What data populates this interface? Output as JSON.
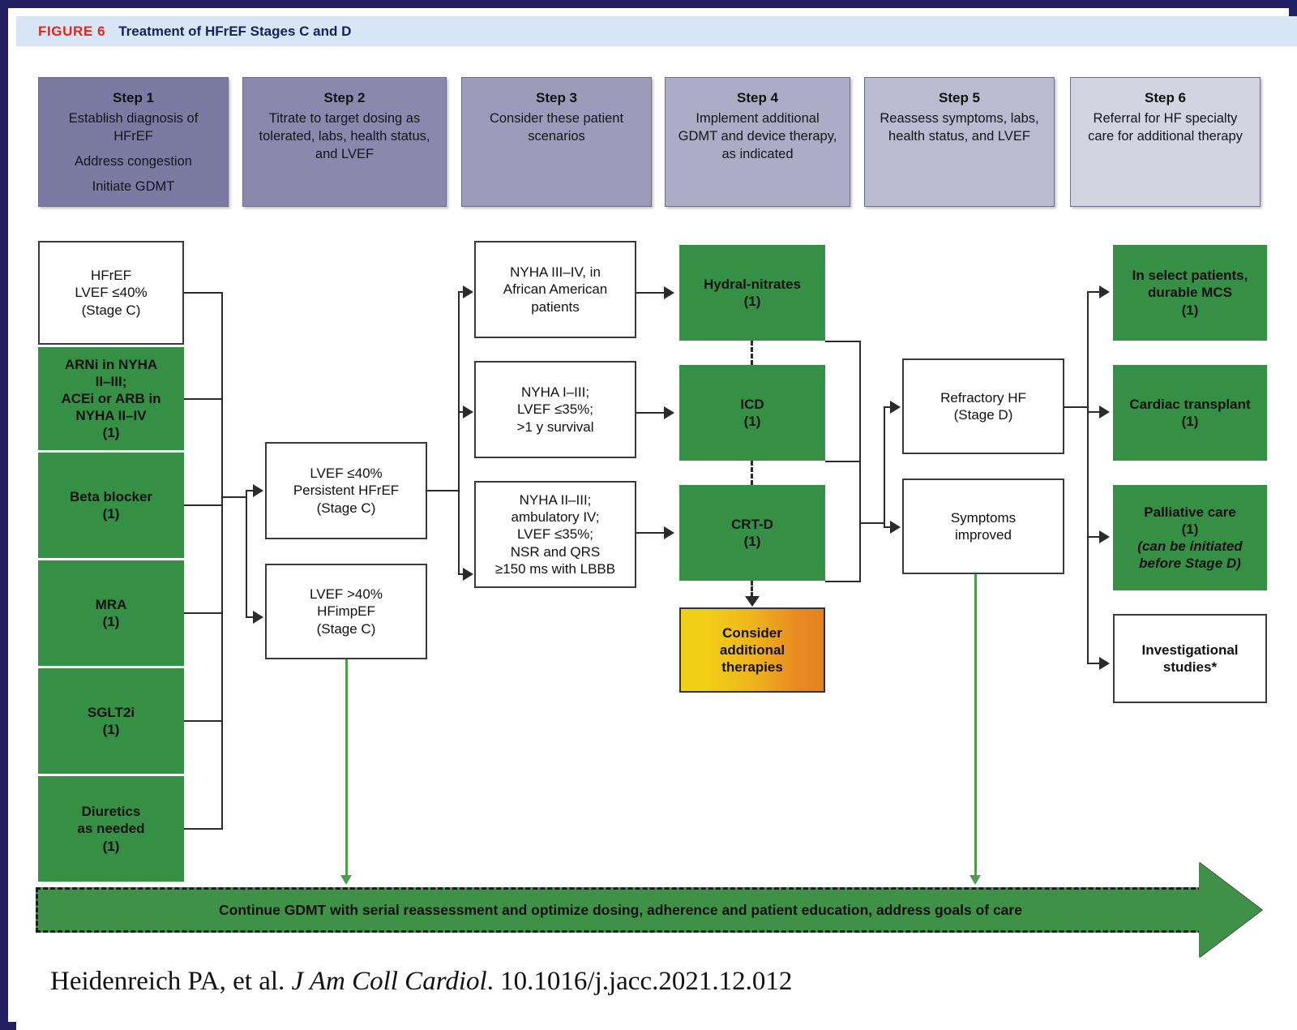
{
  "figure": {
    "label": "FIGURE 6",
    "title": "Treatment of HFrEF Stages C and D",
    "label_color": "#e1261c",
    "title_color": "#16205c",
    "header_bg": "#d7e5f5",
    "border_color": "#231f63"
  },
  "steps": [
    {
      "title": "Step 1",
      "lines": [
        "Establish diagnosis of HFrEF",
        "Address congestion",
        "Initiate GDMT"
      ],
      "bg": "#7b7aa3"
    },
    {
      "title": "Step 2",
      "lines": [
        "Titrate to target dosing as tolerated, labs, health status, and LVEF"
      ],
      "bg": "#8a89ad"
    },
    {
      "title": "Step 3",
      "lines": [
        "Consider these patient scenarios"
      ],
      "bg": "#9c9bba"
    },
    {
      "title": "Step 4",
      "lines": [
        "Implement additional GDMT and device therapy, as indicated"
      ],
      "bg": "#adacc6"
    },
    {
      "title": "Step 5",
      "lines": [
        "Reassess symptoms, labs, health status, and LVEF"
      ],
      "bg": "#babad0"
    },
    {
      "title": "Step 6",
      "lines": [
        "Referral for HF specialty care for additional therapy"
      ],
      "bg": "#d3d3e2"
    }
  ],
  "colors": {
    "green": "#359045",
    "green_banner": "#3f9147",
    "green_line": "#4e9d4e",
    "connector": "#2b2b2b",
    "gradient_start": "#f0d01b",
    "gradient_end": "#e4821f"
  },
  "nodes": {
    "col1": [
      {
        "text": "HFrEF\nLVEF ≤40%\n(Stage C)",
        "style": "white"
      },
      {
        "text": "ARNi in NYHA\nII–III;\nACEi or ARB in\nNYHA II–IV\n(1)",
        "style": "green"
      },
      {
        "text": "Beta blocker\n(1)",
        "style": "green"
      },
      {
        "text": "MRA\n(1)",
        "style": "green"
      },
      {
        "text": "SGLT2i\n(1)",
        "style": "green"
      },
      {
        "text": "Diuretics\nas needed\n(1)",
        "style": "green"
      }
    ],
    "col2": [
      {
        "text": "LVEF ≤40%\nPersistent HFrEF\n(Stage C)",
        "style": "white"
      },
      {
        "text": "LVEF >40%\nHFimpEF\n(Stage C)",
        "style": "white"
      }
    ],
    "col3": [
      {
        "text": "NYHA III–IV, in\nAfrican American\npatients",
        "style": "white"
      },
      {
        "text": "NYHA I–III;\nLVEF ≤35%;\n>1 y survival",
        "style": "white"
      },
      {
        "text": "NYHA II–III;\nambulatory IV;\nLVEF ≤35%;\nNSR and QRS\n≥150 ms with LBBB",
        "style": "white"
      }
    ],
    "col4": [
      {
        "text": "Hydral-nitrates\n(1)",
        "style": "green"
      },
      {
        "text": "ICD\n(1)",
        "style": "green"
      },
      {
        "text": "CRT-D\n(1)",
        "style": "green"
      },
      {
        "text": "Consider\nadditional\ntherapies",
        "style": "grad"
      }
    ],
    "col5": [
      {
        "text": "Refractory HF\n(Stage D)",
        "style": "white"
      },
      {
        "text": "Symptoms\nimproved",
        "style": "white"
      }
    ],
    "col6": [
      {
        "text": "In select patients,\ndurable MCS\n(1)",
        "style": "green"
      },
      {
        "text": "Cardiac transplant\n(1)",
        "style": "green"
      },
      {
        "text": "Palliative care\n(1)",
        "style": "green",
        "italic_tail": "(can be initiated\nbefore Stage D)"
      },
      {
        "text": "Investigational\nstudies*",
        "style": "white",
        "bold": true
      }
    ]
  },
  "banner": {
    "text": "Continue GDMT with serial reassessment and optimize dosing, adherence and patient education, address goals of care"
  },
  "citation": {
    "authors": "Heidenreich PA, et al.",
    "journal": "J Am Coll Cardiol",
    "doi": ". 10.1016/j.jacc.2021.12.012"
  }
}
